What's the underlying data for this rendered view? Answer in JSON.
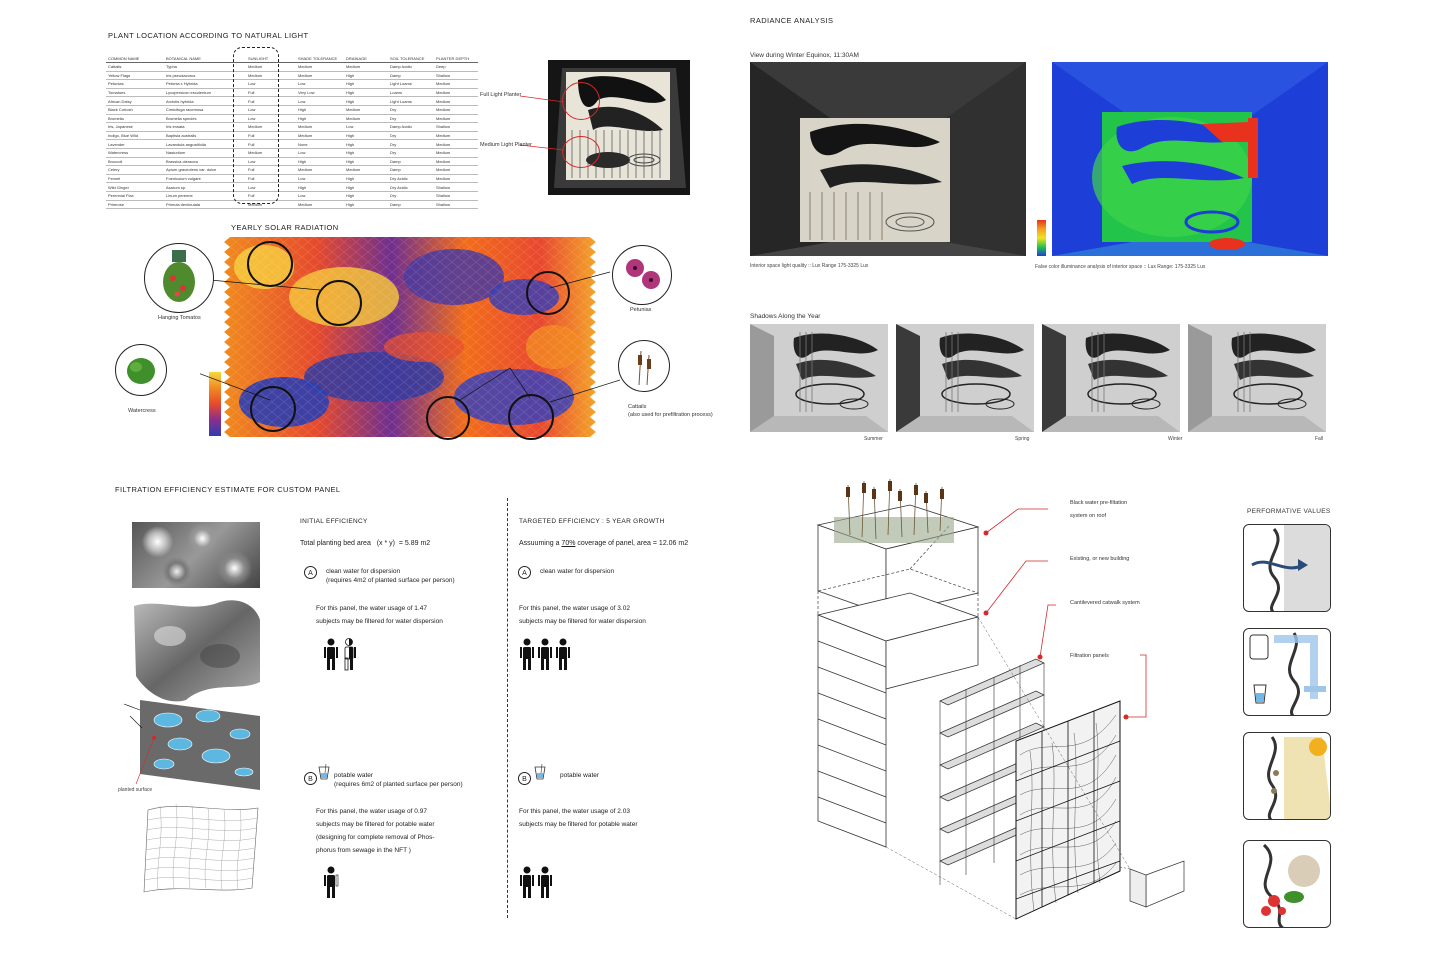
{
  "plant_table": {
    "title": "PLANT LOCATION ACCORDING TO NATURAL LIGHT",
    "headers": [
      "COMMON NAME",
      "BOTANICAL NAME",
      "SUNLIGHT",
      "SHADE TOLERANCE",
      "DRAINAGE",
      "SOIL TOLERANCE",
      "PLANTER DEPTH"
    ],
    "rows": [
      [
        "Cattails",
        "Typha",
        "Medium",
        "Medium",
        "Medium",
        "Damp Acidic",
        "Deep"
      ],
      [
        "Yellow Flags",
        "Iris pseudacorus",
        "Medium",
        "Medium",
        "High",
        "Damp",
        "Shallow"
      ],
      [
        "Petunias",
        "Petunia x Hybrida",
        "Low",
        "Low",
        "High",
        "Light Loams",
        "Medium"
      ],
      [
        "Tomatoes",
        "Lycopersicon esculentum",
        "Full",
        "Very Low",
        "High",
        "Loams",
        "Medium"
      ],
      [
        "African Daisy",
        "Arctotis hybrida",
        "Full",
        "Low",
        "High",
        "Light Loams",
        "Medium"
      ],
      [
        "Black Cohosh",
        "Cimicifuga racemosa",
        "Low",
        "High",
        "Medium",
        "Dry",
        "Medium"
      ],
      [
        "Bromelia",
        "Bromelia species",
        "Low",
        "High",
        "Medium",
        "Dry",
        "Medium"
      ],
      [
        "Iris, Japanese",
        "Iris ensata",
        "Medium",
        "Medium",
        "Low",
        "Damp Acidic",
        "Shallow"
      ],
      [
        "Indigo, Blue Wild",
        "Baptisia australis",
        "Full",
        "Medium",
        "High",
        "Dry",
        "Medium"
      ],
      [
        "Lavender",
        "Lavandula angustifolia",
        "Full",
        "None",
        "High",
        "Dry",
        "Medium"
      ],
      [
        "Watercress",
        "Nasturtium",
        "Medium",
        "Low",
        "High",
        "Dry",
        "Medium"
      ],
      [
        "Broccoli",
        "Brassica oleracea",
        "Low",
        "High",
        "High",
        "Damp",
        "Medium"
      ],
      [
        "Celery",
        "Apium graveolens var. dulce",
        "Full",
        "Medium",
        "Medium",
        "Damp",
        "Medium"
      ],
      [
        "Fennel",
        "Foeniculum vulgare",
        "Full",
        "Low",
        "High",
        "Dry Acidic",
        "Medium"
      ],
      [
        "Wild Ginger",
        "Asarum sp.",
        "Low",
        "High",
        "High",
        "Dry Acidic",
        "Shallow"
      ],
      [
        "Perennial Flax",
        "Linum perenne",
        "Full",
        "Low",
        "High",
        "Dry",
        "Shallow"
      ],
      [
        "Primrose",
        "Primula denticulata",
        "Medium",
        "Medium",
        "High",
        "Damp",
        "Shallow"
      ]
    ]
  },
  "planter_photo": {
    "label_full": "Full Light Planter",
    "label_medium": "Medium Light Planter"
  },
  "solar": {
    "title": "YEARLY SOLAR RADIATION",
    "plants": {
      "tomatoes": "Hanging Tomatos",
      "petunias": "Petunias",
      "watercress": "Watercress",
      "cattails": "Cattails",
      "cattails_note": "(also used for prefiltration process)"
    }
  },
  "radiance": {
    "title": "RADIANCE ANALYSIS",
    "view_title": "View during Winter Equinox, 11:30AM",
    "caption_left": "Interior space light quality  ::  Lux Range 175-3325 Lux",
    "caption_right": "False color illuminance analysis of interior space  ::  Lux Range: 175-3325 Lux",
    "shadows_title": "Shadows Along the Year",
    "seasons": [
      "Summer",
      "Spring",
      "Winter",
      "Fall"
    ]
  },
  "filtration": {
    "title": "FILTRATION EFFICIENCY ESTIMATE FOR CUSTOM PANEL",
    "planted_surface": "planted surface",
    "initial": {
      "heading": "INITIAL EFFICIENCY",
      "area_text": "Total planting bed area",
      "area_formula": "(x * y)",
      "area_value": "=  5.89 m2",
      "a_label": "A",
      "a_title": "clean water for dispersion",
      "a_note": "(requires 4m2 of planted surface per person)",
      "a_line1": "For this panel,  the water usage of  1.47",
      "a_line2": "subjects may be filtered for water dispersion",
      "b_label": "B",
      "b_title": "potable water",
      "b_note": "(requires 6m2 of planted surface per person)",
      "b_line1": "For this panel,  the water usage of  0.97",
      "b_line2": "subjects may be filtered for potable water",
      "b_line3": "(designing for complete  removal of Phos-",
      "b_line4": "phorus from sewage in the NFT )"
    },
    "targeted": {
      "heading": "TARGETED EFFICIENCY : 5 YEAR GROWTH",
      "assume_pre": "Assuuming a",
      "assume_pct": "70%",
      "assume_post": "coverage of panel, area =  12.06 m2",
      "a_label": "A",
      "a_title": "clean water for dispersion",
      "a_line1": "For this panel,  the water usage of  3.02",
      "a_line2": "subjects may be filtered for water dispersion",
      "b_label": "B",
      "b_title": "potable water",
      "b_line1": "For this panel,  the water usage of  2.03",
      "b_line2": "subjects may be filtered for potable water"
    }
  },
  "building": {
    "labels": [
      "Black water pre-filtation",
      "system on roof",
      "Existing, or new building",
      "Cantilevered catwalk system",
      "Filtration panels"
    ]
  },
  "performative": {
    "title": "PERFORMATIVE VALUES"
  },
  "colors": {
    "accent_red": "#d42a2a",
    "radiance_green": "#22c44a",
    "radiance_blue": "#1d3fd8"
  }
}
